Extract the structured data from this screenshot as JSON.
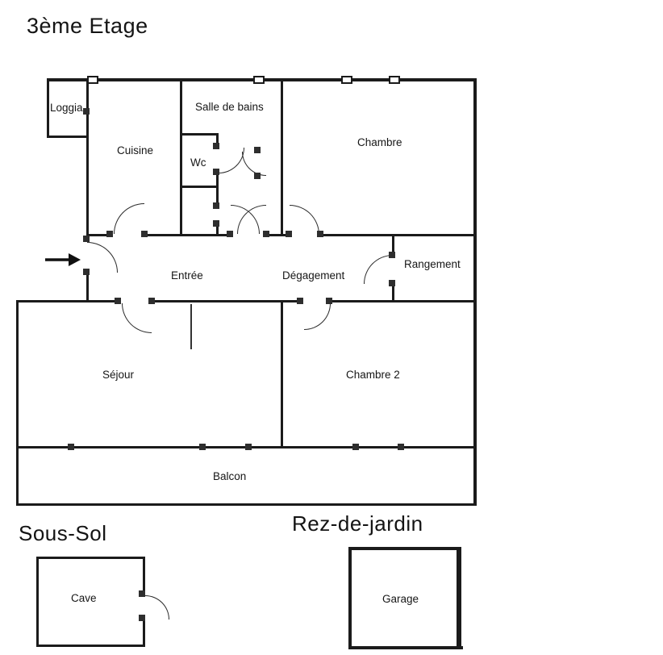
{
  "titles": {
    "floor_plan": "3ème Etage",
    "basement": "Sous-Sol",
    "garden_level": "Rez-de-jardin"
  },
  "rooms": {
    "loggia": "Loggia",
    "cuisine": "Cuisine",
    "salle_de_bains": "Salle de bains",
    "wc": "Wc",
    "chambre": "Chambre",
    "entree": "Entrée",
    "degagement": "Dégagement",
    "rangement": "Rangement",
    "sejour": "Séjour",
    "chambre_2": "Chambre 2",
    "balcon": "Balcon",
    "cave": "Cave",
    "garage": "Garage"
  },
  "icons": {
    "entrance_arrow": "right-arrow"
  },
  "colors": {
    "wall": "#1b1b1b",
    "ink": "#141414",
    "background": "#ffffff"
  }
}
